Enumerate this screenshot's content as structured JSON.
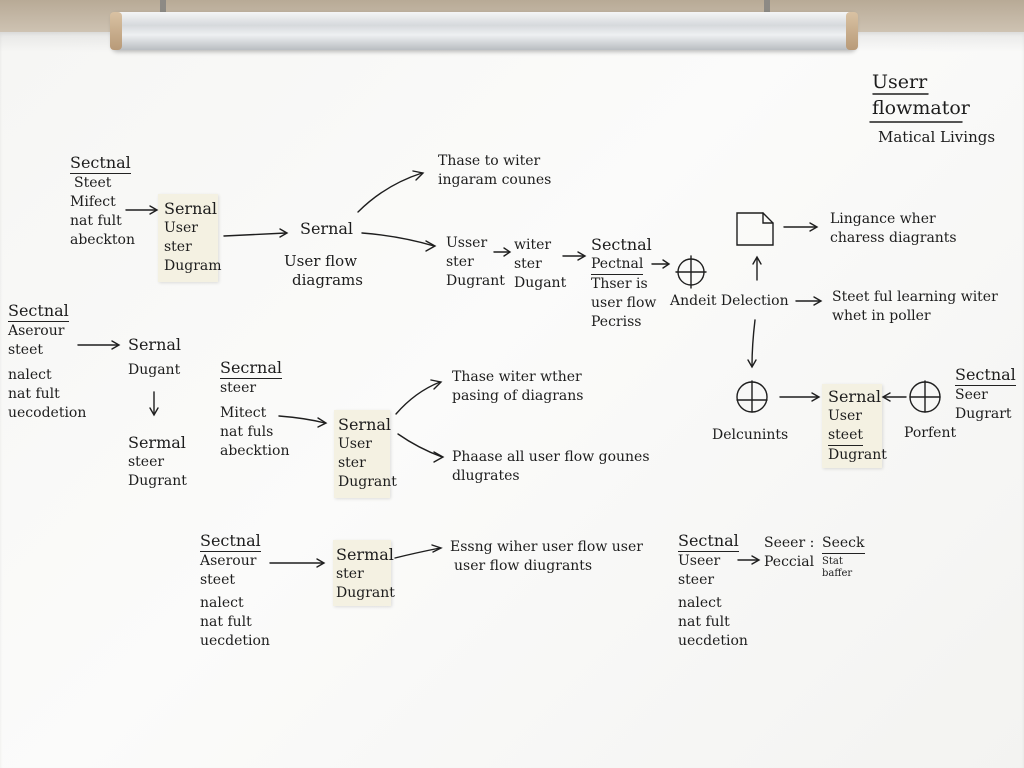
{
  "title": {
    "line1": "Userr",
    "line2": "flowmator",
    "subtitle": "Matical Livings"
  },
  "blocks": {
    "b1": [
      "Sectnal",
      "Steet",
      "Mifect",
      "nat fult",
      "abeckton"
    ],
    "b2": [
      "Sernal",
      "User",
      "ster",
      "Dugram"
    ],
    "b3": [
      "Sernal"
    ],
    "b4": [
      "User flow",
      "diagrams"
    ],
    "b5": [
      "Thase to witer",
      "ingaram counes"
    ],
    "b6": [
      "Usser",
      "ster",
      "Dugrant"
    ],
    "b7": [
      "witer",
      "ster",
      "Dugant"
    ],
    "b8": [
      "Sectnal",
      "Pectnal",
      "Thser is",
      "user flow",
      "Pecriss"
    ],
    "b9": [
      "Andeit Delection"
    ],
    "b10": [
      "Lingance wher",
      "charess diagrants"
    ],
    "b11": [
      "Steet ful learning witer",
      "whet in poller"
    ],
    "b12": [
      "Sectnal",
      "Aserour",
      "steet",
      "nalect",
      "nat fult",
      "uecodetion"
    ],
    "b13": [
      "Sernal",
      "Dugant"
    ],
    "b14": [
      "Sermal",
      "steer",
      "Dugrant"
    ],
    "b15": [
      "Secrnal",
      "steer",
      "Mitect",
      "nat fuls",
      "abecktion"
    ],
    "b16": [
      "Sernal",
      "User",
      "ster",
      "Dugrant"
    ],
    "b17": [
      "Thase witer wther",
      "pasing of diagrans"
    ],
    "b18": [
      "Phaase all user flow gounes",
      "dlugrates"
    ],
    "b19": [
      "Delcunints"
    ],
    "b20": [
      "Sernal",
      "User",
      "steet",
      "Dugrant"
    ],
    "b21": [
      "Porfent"
    ],
    "b22": [
      "Sectnal",
      "Seer",
      "Dugrart"
    ],
    "b23": [
      "Sectnal",
      "Aserour",
      "steet",
      "nalect",
      "nat fult",
      "uecdetion"
    ],
    "b24": [
      "Sermal",
      "ster",
      "Dugrant"
    ],
    "b25": [
      "Essng wiher user flow user",
      "user flow diugrants"
    ],
    "b26": [
      "Sectnal",
      "Useer",
      "steer",
      "nalect",
      "nat fult",
      "uecdetion"
    ],
    "b27": [
      "Seeer :",
      "Peccial"
    ],
    "b28": [
      "Seeck",
      "Stat",
      "baffer"
    ]
  },
  "colors": {
    "marker": "#1d1d1d",
    "sticky_note": "#f4f1e2",
    "board": "#f8f8f6",
    "wall": "#c6baa8"
  }
}
